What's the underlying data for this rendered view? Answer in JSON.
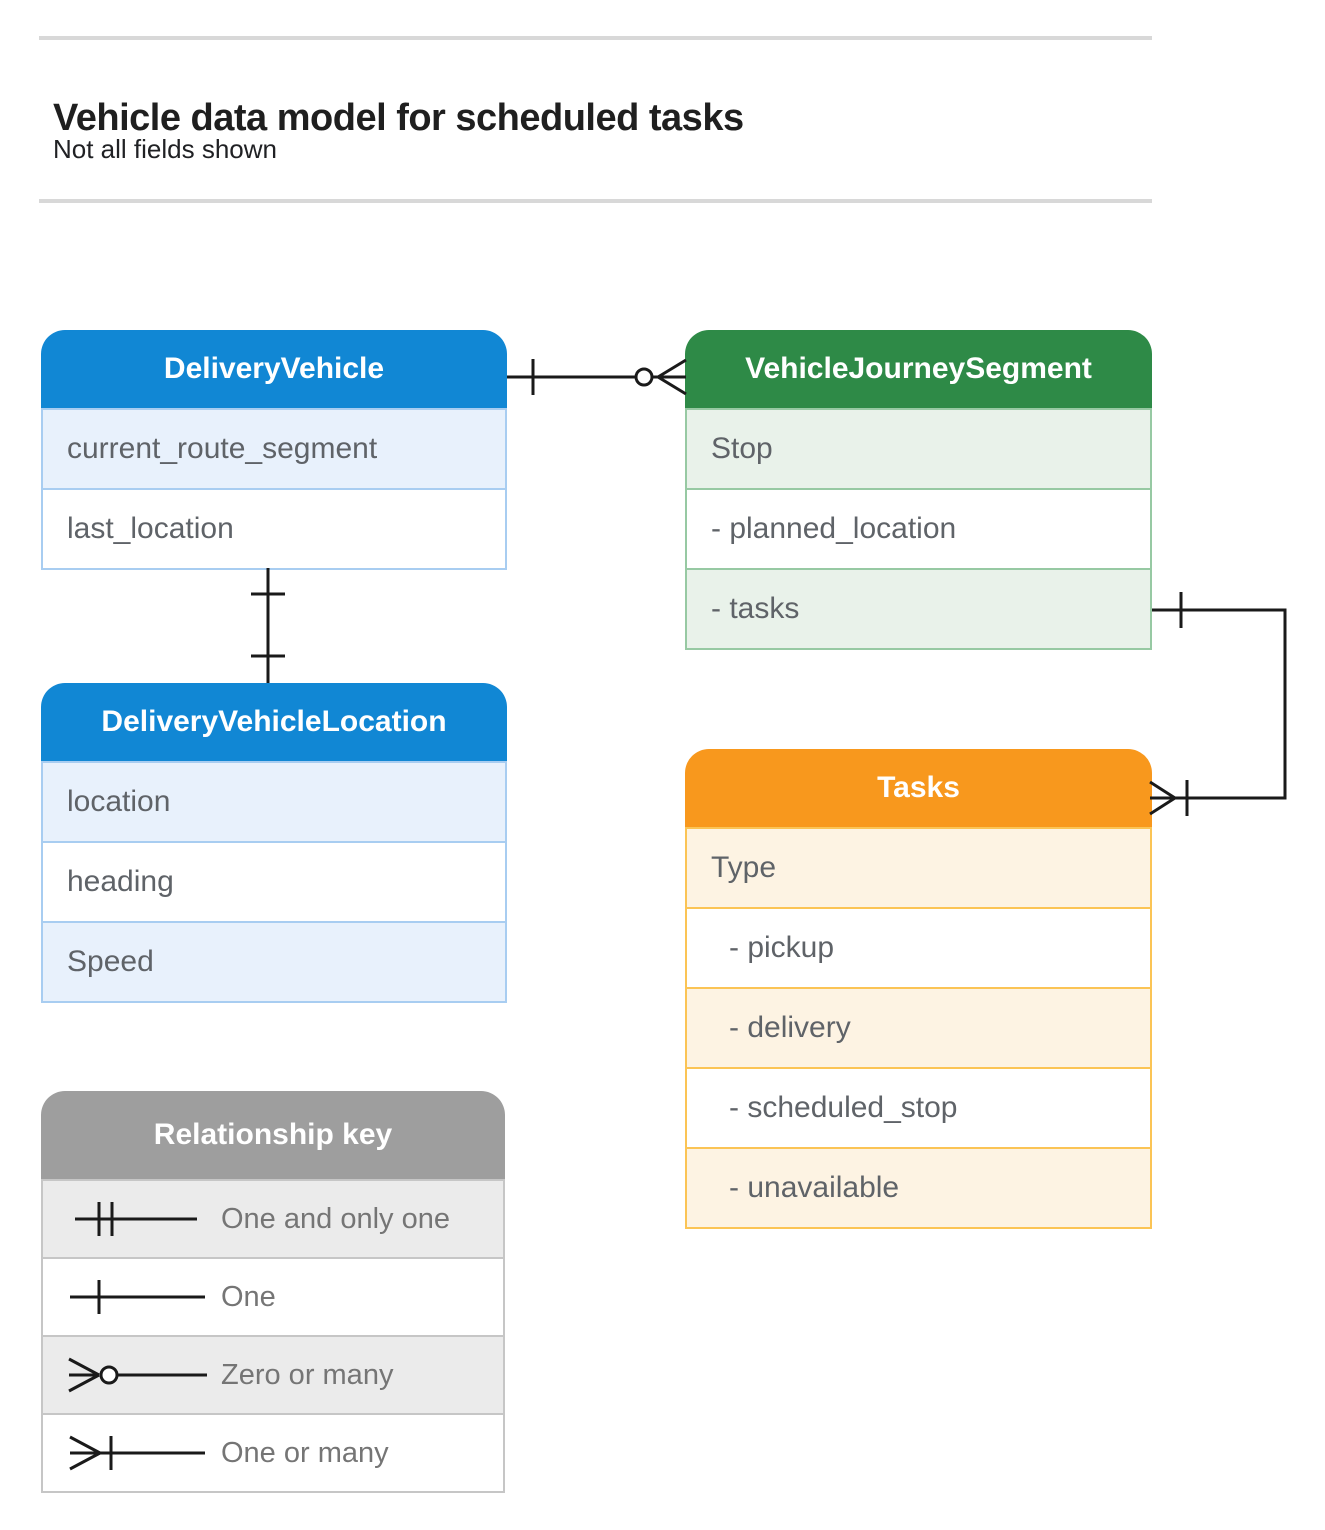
{
  "page": {
    "title": "Vehicle data model for scheduled tasks",
    "subtitle": "Not all fields shown"
  },
  "entities": [
    {
      "id": "delivery-vehicle",
      "title": "DeliveryVehicle",
      "theme": "blue",
      "rows": [
        {
          "label": "current_route_segment"
        },
        {
          "label": "last_location"
        }
      ]
    },
    {
      "id": "vehicle-journey-segment",
      "title": "VehicleJourneySegment",
      "theme": "green",
      "rows": [
        {
          "label": "Stop"
        },
        {
          "label": "- planned_location"
        },
        {
          "label": "- tasks"
        }
      ]
    },
    {
      "id": "delivery-vehicle-location",
      "title": "DeliveryVehicleLocation",
      "theme": "blue",
      "rows": [
        {
          "label": "location"
        },
        {
          "label": "heading"
        },
        {
          "label": "Speed"
        }
      ]
    },
    {
      "id": "tasks",
      "title": "Tasks",
      "theme": "orange",
      "rows": [
        {
          "label": "Type"
        },
        {
          "label": "- pickup"
        },
        {
          "label": "- delivery"
        },
        {
          "label": "- scheduled_stop"
        },
        {
          "label": "- unavailable"
        }
      ]
    }
  ],
  "relationships": [
    {
      "from": "DeliveryVehicle",
      "to": "VehicleJourneySegment",
      "from_cardinality": "one",
      "to_cardinality": "zero-or-many"
    },
    {
      "from": "DeliveryVehicle",
      "to": "DeliveryVehicleLocation",
      "from_cardinality": "one",
      "to_cardinality": "one"
    },
    {
      "from": "VehicleJourneySegment.tasks",
      "to": "Tasks",
      "from_cardinality": "one",
      "to_cardinality": "one-or-many"
    }
  ],
  "legend": {
    "title": "Relationship key",
    "items": [
      {
        "symbol": "one-and-only-one",
        "label": "One and only one"
      },
      {
        "symbol": "one",
        "label": "One"
      },
      {
        "symbol": "zero-or-many",
        "label": "Zero or many"
      },
      {
        "symbol": "one-or-many",
        "label": "One or many"
      }
    ]
  },
  "colors": {
    "blue_header": "#1187d4",
    "blue_row_tint": "#e8f1fc",
    "blue_border": "#a8cdf1",
    "green_header": "#2e8a47",
    "green_row_tint": "#e9f2ea",
    "green_border": "#97c9a3",
    "orange_header": "#f8981d",
    "orange_row_tint": "#fdf3e3",
    "orange_border": "#fbc455",
    "gray_header": "#9e9e9e",
    "gray_row_tint": "#ebebeb",
    "gray_border": "#c6c6c6",
    "row_text": "#5f6368",
    "legend_text": "#757575",
    "connector_line": "#1a1a1a",
    "divider": "#d8d8d8"
  }
}
